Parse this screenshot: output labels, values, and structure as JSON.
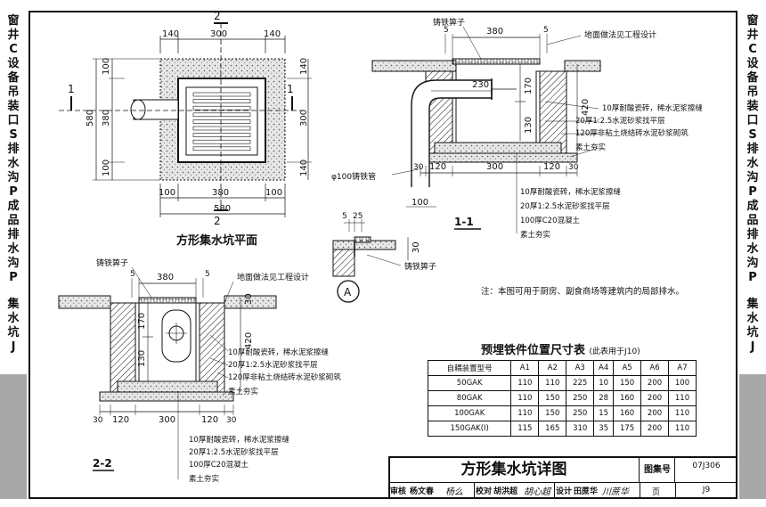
{
  "sidebar_left": [
    "窗",
    "井",
    "C",
    "设",
    "备",
    "吊",
    "装",
    "口",
    "S",
    "排",
    "水",
    "沟",
    "P",
    "成",
    "品",
    "排",
    "水",
    "沟",
    "P",
    "集",
    "水",
    "坑",
    "J"
  ],
  "sidebar_right": [
    "窗",
    "井",
    "C",
    "设",
    "备",
    "吊",
    "装",
    "口",
    "S",
    "排",
    "水",
    "沟",
    "P",
    "成",
    "品",
    "排",
    "水",
    "沟",
    "P",
    "集",
    "水",
    "坑",
    "J"
  ],
  "plan": {
    "title": "方形集水坑平面",
    "section_mark_2": "2",
    "section_mark_1": "1",
    "dims_top": [
      "140",
      "300",
      "140"
    ],
    "dims_bottom": [
      "100",
      "380",
      "100"
    ],
    "dim_total_bottom": "580",
    "dims_left": [
      "100",
      "380",
      "100"
    ],
    "dim_total_left": "580",
    "dims_right": [
      "140",
      "300",
      "140"
    ]
  },
  "section11": {
    "title": "1-1",
    "label_grate": "铸铁箅子",
    "label_floor": "地面做法见工程设计",
    "label_pipe": "φ100铸铁管",
    "dim_top_5a": "5",
    "dim_top": "380",
    "dim_top_5b": "5",
    "dim_230": "230",
    "dim_170": "170",
    "dim_130": "130",
    "dim_420": "420",
    "dims_bottom": [
      "30",
      "120",
      "300",
      "120",
      "30"
    ],
    "dim_100": "100",
    "notes_wall": [
      "10厚耐酸瓷砖，稀水泥浆擦缝",
      "20厚1:2.5水泥砂浆找平层",
      "120厚非粘土烧结砖水泥砂浆砌筑",
      "素土夯实"
    ],
    "notes_base": [
      "10厚耐酸瓷砖，稀水泥浆擦缝",
      "20厚1:2.5水泥砂浆找平层",
      "100厚C20混凝土",
      "素土夯实"
    ]
  },
  "detailA": {
    "dims": [
      "5",
      "25"
    ],
    "dim_30": "30",
    "label": "铸铁箅子",
    "mark": "A"
  },
  "section22": {
    "title": "2-2",
    "label_grate": "铸铁箅子",
    "label_floor": "地面做法见工程设计",
    "dim_top_5a": "5",
    "dim_top": "380",
    "dim_top_5b": "5",
    "dim_30": "30",
    "dim_170": "170",
    "dim_130": "130",
    "dim_420": "420",
    "dims_bottom": [
      "30",
      "120",
      "300",
      "120",
      "30"
    ],
    "notes_wall": [
      "10厚耐酸瓷砖，稀水泥浆擦缝",
      "20厚1:2.5水泥砂浆找平层",
      "120厚非粘土烧结砖水泥砂浆砌筑",
      "素土夯实"
    ],
    "notes_base": [
      "10厚耐酸瓷砖，稀水泥浆擦缝",
      "20厚1:2.5水泥砂浆找平层",
      "100厚C20混凝土",
      "素土夯实"
    ]
  },
  "note": "注：本图可用于厨房、副食商场等建筑内的局部排水。",
  "table": {
    "title": "预埋铁件位置尺寸表",
    "subtitle": "(此表用于J10)",
    "headers": [
      "自耦装置型号",
      "A1",
      "A2",
      "A3",
      "A4",
      "A5",
      "A6",
      "A7"
    ],
    "rows": [
      [
        "50GAK",
        "110",
        "110",
        "225",
        "10",
        "150",
        "200",
        "100"
      ],
      [
        "80GAK",
        "110",
        "150",
        "250",
        "28",
        "160",
        "200",
        "110"
      ],
      [
        "100GAK",
        "110",
        "150",
        "250",
        "15",
        "160",
        "200",
        "110"
      ],
      [
        "150GAK(I)",
        "115",
        "165",
        "310",
        "35",
        "175",
        "200",
        "110"
      ]
    ]
  },
  "titleblock": {
    "drawing_title": "方形集水坑详图",
    "atlas_label": "图集号",
    "atlas_no": "07J306",
    "page_label": "页",
    "page_no": "J9",
    "review_label": "审核",
    "review_name": "杨文春",
    "review_sign": "杨么",
    "check_label": "校对",
    "check_name": "胡洪超",
    "check_sign": "胡心超",
    "design_label": "设计",
    "design_name": "田蔗华",
    "design_sign": "川蔗华"
  }
}
